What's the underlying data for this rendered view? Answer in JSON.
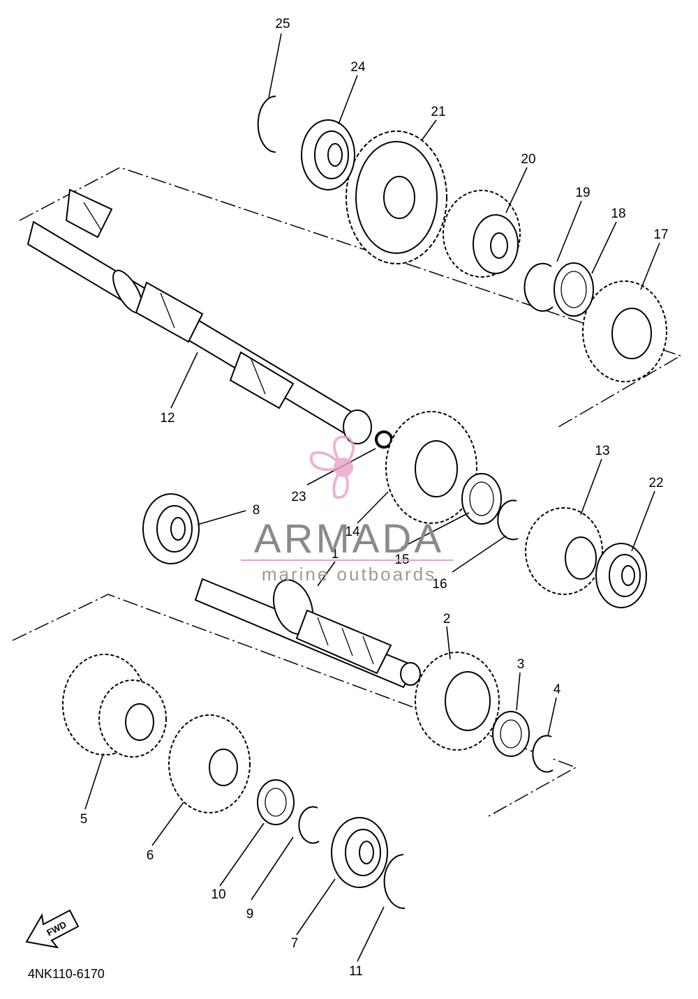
{
  "diagram": {
    "part_code": "4NK110-6170",
    "fwd_label": "FWD",
    "callouts": [
      {
        "id": "25",
        "label": "25"
      },
      {
        "id": "24",
        "label": "24"
      },
      {
        "id": "21",
        "label": "21"
      },
      {
        "id": "20",
        "label": "20"
      },
      {
        "id": "19",
        "label": "19"
      },
      {
        "id": "18",
        "label": "18"
      },
      {
        "id": "17",
        "label": "17"
      },
      {
        "id": "12",
        "label": "12"
      },
      {
        "id": "23",
        "label": "23"
      },
      {
        "id": "14",
        "label": "14"
      },
      {
        "id": "15",
        "label": "15"
      },
      {
        "id": "16",
        "label": "16"
      },
      {
        "id": "13",
        "label": "13"
      },
      {
        "id": "22",
        "label": "22"
      },
      {
        "id": "8",
        "label": "8"
      },
      {
        "id": "1",
        "label": "1"
      },
      {
        "id": "2",
        "label": "2"
      },
      {
        "id": "3",
        "label": "3"
      },
      {
        "id": "4",
        "label": "4"
      },
      {
        "id": "5",
        "label": "5"
      },
      {
        "id": "6",
        "label": "6"
      },
      {
        "id": "10",
        "label": "10"
      },
      {
        "id": "9",
        "label": "9"
      },
      {
        "id": "7",
        "label": "7"
      },
      {
        "id": "11",
        "label": "11"
      }
    ]
  },
  "watermark": {
    "brand": "ARMADA",
    "tagline": "marine outboards",
    "accent_color": "#e8a2c8"
  }
}
